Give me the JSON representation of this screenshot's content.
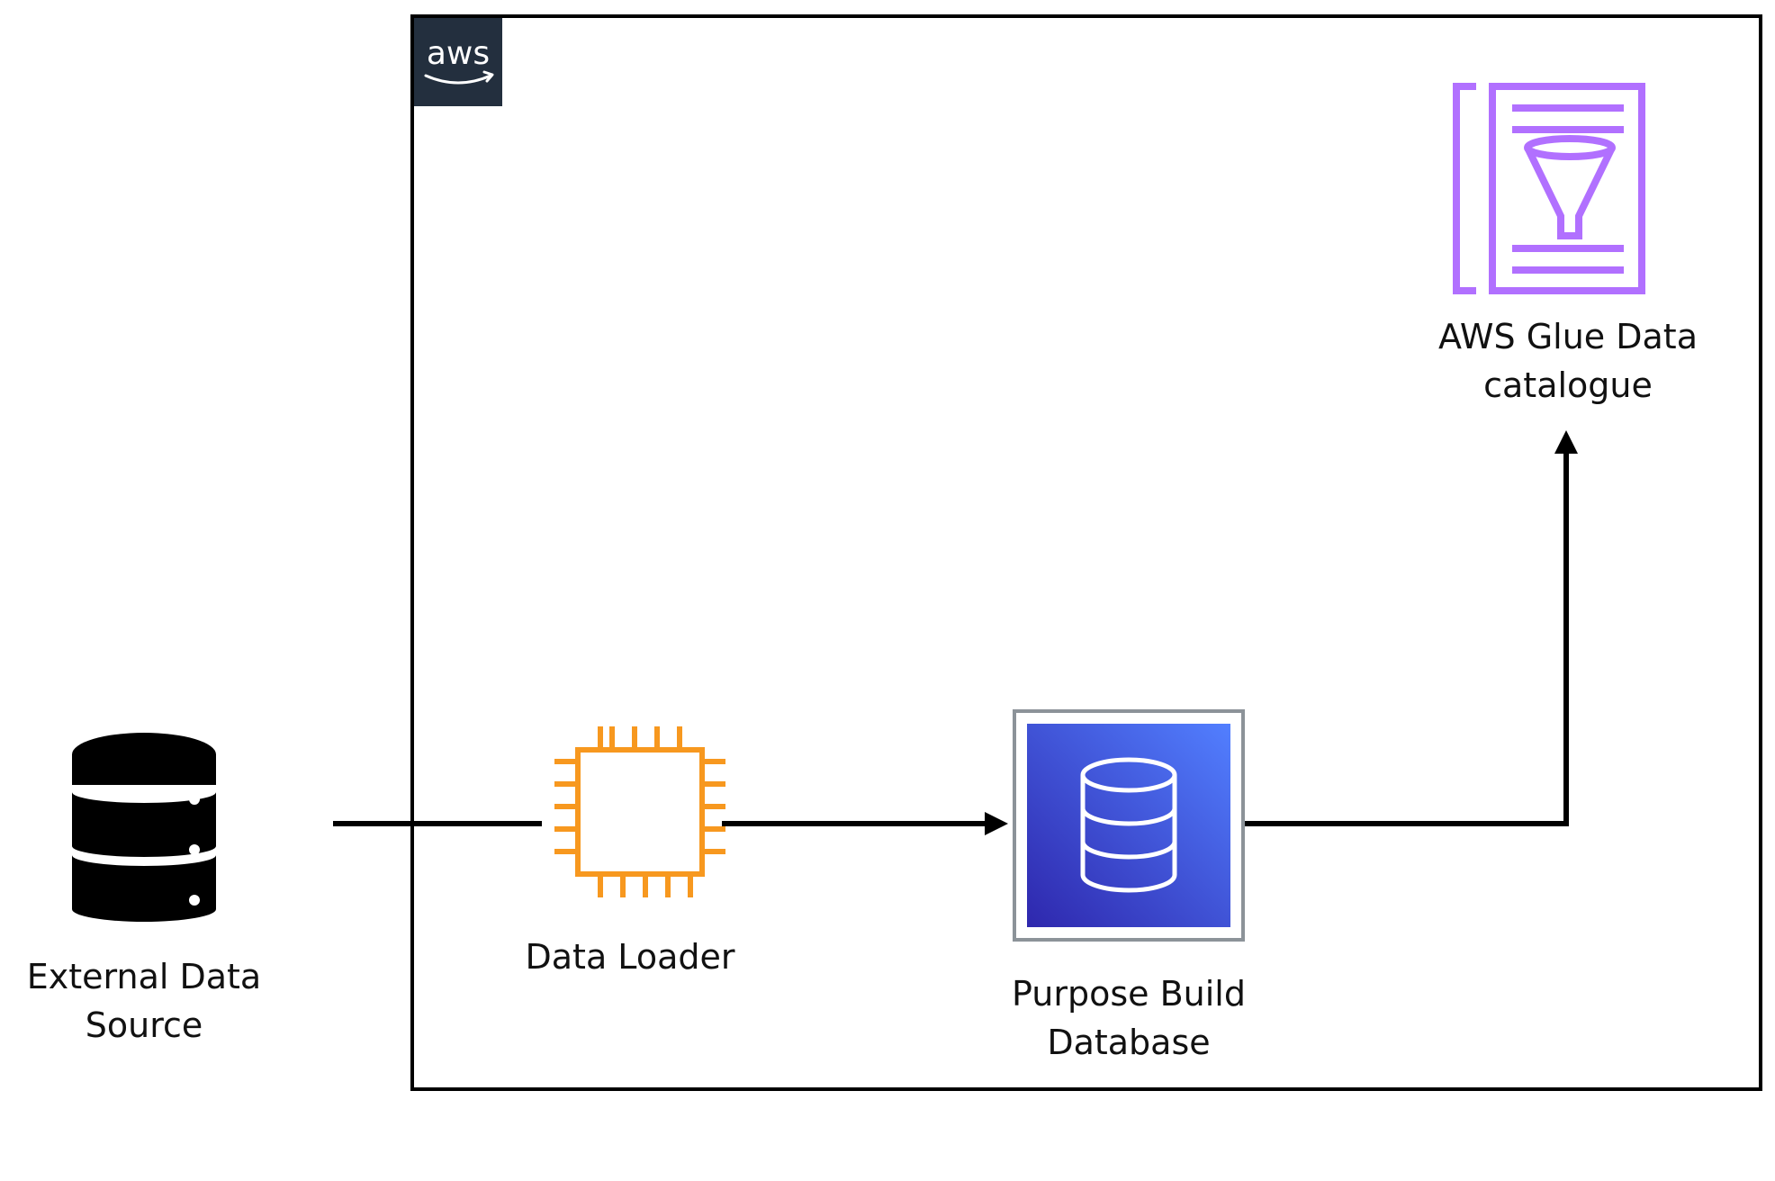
{
  "diagram": {
    "aws_badge": "aws",
    "nodes": {
      "external_source": {
        "label_line1": "External Data",
        "label_line2": "Source",
        "icon": "database-icon"
      },
      "data_loader": {
        "label": "Data Loader",
        "icon": "chip-icon"
      },
      "purpose_db": {
        "label_line1": "Purpose Build",
        "label_line2": "Database",
        "icon": "database-icon"
      },
      "glue_catalog": {
        "label_line1": "AWS Glue Data",
        "label_line2": "catalogue",
        "icon": "glue-catalog-icon"
      }
    },
    "colors": {
      "aws_badge_bg": "#232F3E",
      "loader_orange": "#F7981F",
      "db_blue_dark": "#2E27AD",
      "db_blue_light": "#527FFF",
      "glue_purple": "#B170FF",
      "line": "#000000"
    }
  }
}
